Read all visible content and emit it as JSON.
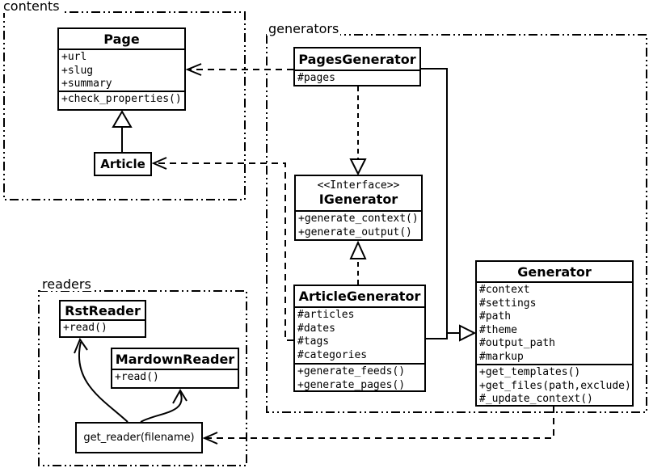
{
  "packages": {
    "contents": {
      "label": "contents"
    },
    "generators": {
      "label": "generators"
    },
    "readers": {
      "label": "readers"
    }
  },
  "classes": {
    "page": {
      "name": "Page",
      "attributes": [
        "+url",
        "+slug",
        "+summary"
      ],
      "methods": [
        "+check_properties()"
      ]
    },
    "article": {
      "name": "Article"
    },
    "pages_generator": {
      "name": "PagesGenerator",
      "attributes": [
        "#pages"
      ]
    },
    "igenerator": {
      "stereotype": "<<Interface>>",
      "name": "IGenerator",
      "methods": [
        "+generate_context()",
        "+generate_output()"
      ]
    },
    "article_generator": {
      "name": "ArticleGenerator",
      "attributes": [
        "#articles",
        "#dates",
        "#tags",
        "#categories"
      ],
      "methods": [
        "+generate_feeds()",
        "+generate_pages()"
      ]
    },
    "generator": {
      "name": "Generator",
      "attributes": [
        "#context",
        "#settings",
        "#path",
        "#theme",
        "#output_path",
        "#markup"
      ],
      "methods": [
        "+get_templates()",
        "+get_files(path,exclude)",
        "#_update_context()"
      ]
    },
    "rst_reader": {
      "name": "RstReader",
      "methods": [
        "+read()"
      ]
    },
    "mardown_reader": {
      "name": "MardownReader",
      "methods": [
        "+read()"
      ]
    },
    "get_reader": {
      "label": "get_reader(filename)"
    }
  },
  "relationships": {
    "article_extends_page": "Article --|> Page",
    "pages_generator_implements_igenerator": "PagesGenerator ..|> IGenerator",
    "article_generator_implements_igenerator": "ArticleGenerator ..|> IGenerator",
    "generators_extend_generator": "PagesGenerator, ArticleGenerator --|> Generator",
    "pages_generator_uses_page": "PagesGenerator ..> Page",
    "article_generator_uses_article": "ArticleGenerator ..> Article",
    "generator_uses_get_reader": "Generator ..> get_reader(filename)",
    "get_reader_to_rst_reader": "get_reader -> RstReader",
    "get_reader_to_mardown_reader": "get_reader -> MardownReader"
  },
  "colors": {
    "line": "#000000",
    "background": "#ffffff",
    "box_fill": "#ffffff"
  }
}
